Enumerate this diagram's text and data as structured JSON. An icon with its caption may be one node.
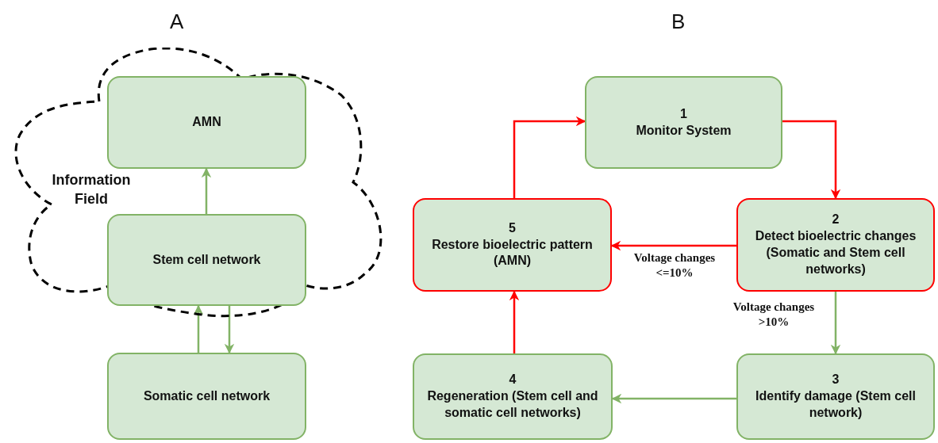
{
  "diagram": {
    "nodes": [
      {
        "text": [
          "Information Field"
        ]
      },
      {
        "text": [
          "AMN"
        ]
      },
      {
        "text": [
          "Stem cell network"
        ]
      },
      {
        "text": [
          "Somatic cell network"
        ]
      },
      {
        "text": [
          "1",
          "Monitor System"
        ]
      },
      {
        "text": [
          "5",
          "Restore bioelectric pattern (AMN)"
        ]
      },
      {
        "text": [
          "2",
          "Detect bioelectric changes (Somatic and Stem cell networks)"
        ]
      },
      {
        "text": [
          "4",
          "Regeneration (Stem cell and somatic cell networks)"
        ]
      },
      {
        "text": [
          "3",
          "Identify damage (Stem cell network)"
        ]
      }
    ],
    "edges": [
      {
        "from": 2,
        "to": 1,
        "arrow": "to"
      },
      {
        "from": 3,
        "to": 2,
        "arrow": "to"
      },
      {
        "from": 2,
        "to": 3,
        "arrow": "to"
      },
      {
        "from": 5,
        "to": 4,
        "arrow": "to",
        "color": "#ff0000"
      },
      {
        "from": 4,
        "to": 6,
        "arrow": "to",
        "color": "#ff0000"
      },
      {
        "from": 6,
        "to": 5,
        "arrow": "to",
        "label": "Voltage changes <=10%",
        "color": "#ff0000"
      },
      {
        "from": 6,
        "to": 8,
        "arrow": "to",
        "label": "Voltage changes >10%"
      },
      {
        "from": 8,
        "to": 7,
        "arrow": "to"
      },
      {
        "from": 7,
        "to": 5,
        "arrow": "to",
        "color": "#ff0000"
      }
    ],
    "labels": [
      "A",
      "B"
    ]
  }
}
